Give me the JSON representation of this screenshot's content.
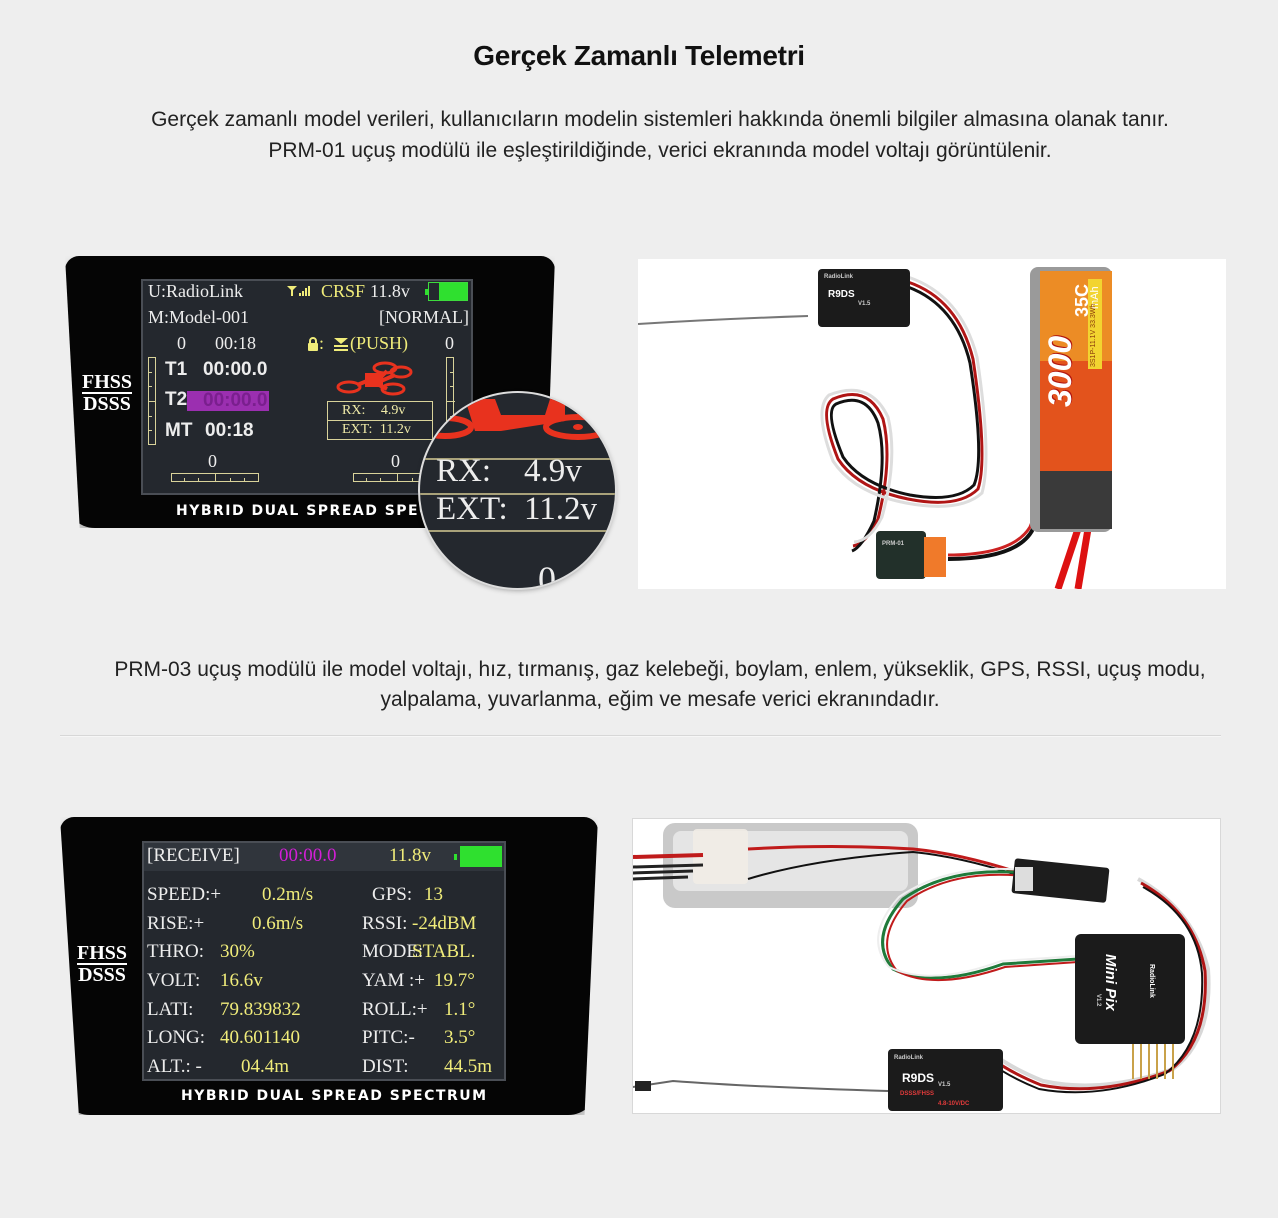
{
  "page": {
    "title": "Gerçek Zamanlı Telemetri",
    "intro_line1": "Gerçek zamanlı model verileri, kullanıcıların modelin sistemleri hakkında önemli bilgiler almasına olanak tanır.",
    "intro_line2": "PRM-01 uçuş modülü ile eşleştirildiğinde, verici ekranında model voltajı görüntülenir.",
    "section2_text": "PRM-03 uçuş modülü ile model voltajı, hız, tırmanış, gaz kelebeği, boylam, enlem, yükseklik, GPS, RSSI, uçuş modu, yalpalama, yuvarlanma, eğim ve mesafe verici ekranındadır."
  },
  "display1": {
    "bezel_label_top": "FHSS",
    "bezel_label_bottom": "DSSS",
    "footer": "HYBRID DUAL SPREAD SPECTRUM",
    "user": "U:RadioLink",
    "signal_icon": "antenna-signal-icon",
    "protocol": "CRSF",
    "tx_voltage": "11.8v",
    "model": "M:Model-001",
    "mode": "[NORMAL]",
    "left_trim": "0",
    "time_small": "00:18",
    "lock_label": ":",
    "push_label": "(PUSH)",
    "right_trim": "0",
    "t1_label": "T1",
    "t1_value": "00:00.0",
    "t2_label": "T2",
    "t2_value": "00:00.0",
    "mt_label": "MT",
    "mt_value": "00:18",
    "rx_label": "RX:",
    "rx_value": "4.9v",
    "ext_label": "EXT:",
    "ext_value": "11.2v",
    "bottom_left_trim": "0",
    "bottom_right_trim": "0",
    "magnifier": {
      "rx_label": "RX:",
      "rx_value": "4.9v",
      "ext_label": "EXT:",
      "ext_value": "11.2v",
      "bottom_value": "0"
    },
    "colors": {
      "lcd_bg": "#24282e",
      "yellow": "#f0ec7a",
      "magenta": "#d21fd6",
      "battery_green": "#2fe02f",
      "drone_red": "#e8321e"
    }
  },
  "display2": {
    "bezel_label_top": "FHSS",
    "bezel_label_bottom": "DSSS",
    "footer": "HYBRID DUAL SPREAD SPECTRUM",
    "status": "[RECEIVE]",
    "timer": "00:00.0",
    "tx_voltage": "11.8v",
    "rows": [
      {
        "left_label": "SPEED:+",
        "left_value": "0.2m/s",
        "right_label": "GPS:",
        "right_value": "13"
      },
      {
        "left_label": "RISE:+",
        "left_value": "0.6m/s",
        "right_label": "RSSI:",
        "right_value": "-24dBM"
      },
      {
        "left_label": "THRO:",
        "left_value": "30%",
        "right_label": "MODE:",
        "right_value": "STABL."
      },
      {
        "left_label": "VOLT:",
        "left_value": "16.6v",
        "right_label": "YAM :+",
        "right_value": "19.7°"
      },
      {
        "left_label": "LATI:",
        "left_value": "79.839832",
        "right_label": "ROLL:+",
        "right_value": "1.1°"
      },
      {
        "left_label": "LONG:",
        "left_value": "40.601140",
        "right_label": "PITC:-",
        "right_value": "3.5°"
      },
      {
        "left_label": "ALT.: -",
        "left_value": "04.4m",
        "right_label": "DIST:",
        "right_value": "44.5m"
      }
    ]
  },
  "photo1": {
    "receiver_brand": "RadioLink",
    "receiver_name": "R9DS",
    "receiver_version": "V1.5",
    "module_name": "PRM-01",
    "battery_capacity": "3000",
    "battery_rating": "35C",
    "battery_unit": "mAh",
    "battery_spec": "3S1P-11.1V 33.3Wh"
  },
  "photo2": {
    "receiver_brand": "RadioLink",
    "receiver_name": "R9DS",
    "receiver_version": "V1.5",
    "receiver_mode": "DSSS/FHSS",
    "receiver_voltage": "4.8-10V/DC",
    "flight_controller": "Mini Pix",
    "flight_controller_brand": "RadioLink",
    "flight_controller_version": "V1.2"
  }
}
